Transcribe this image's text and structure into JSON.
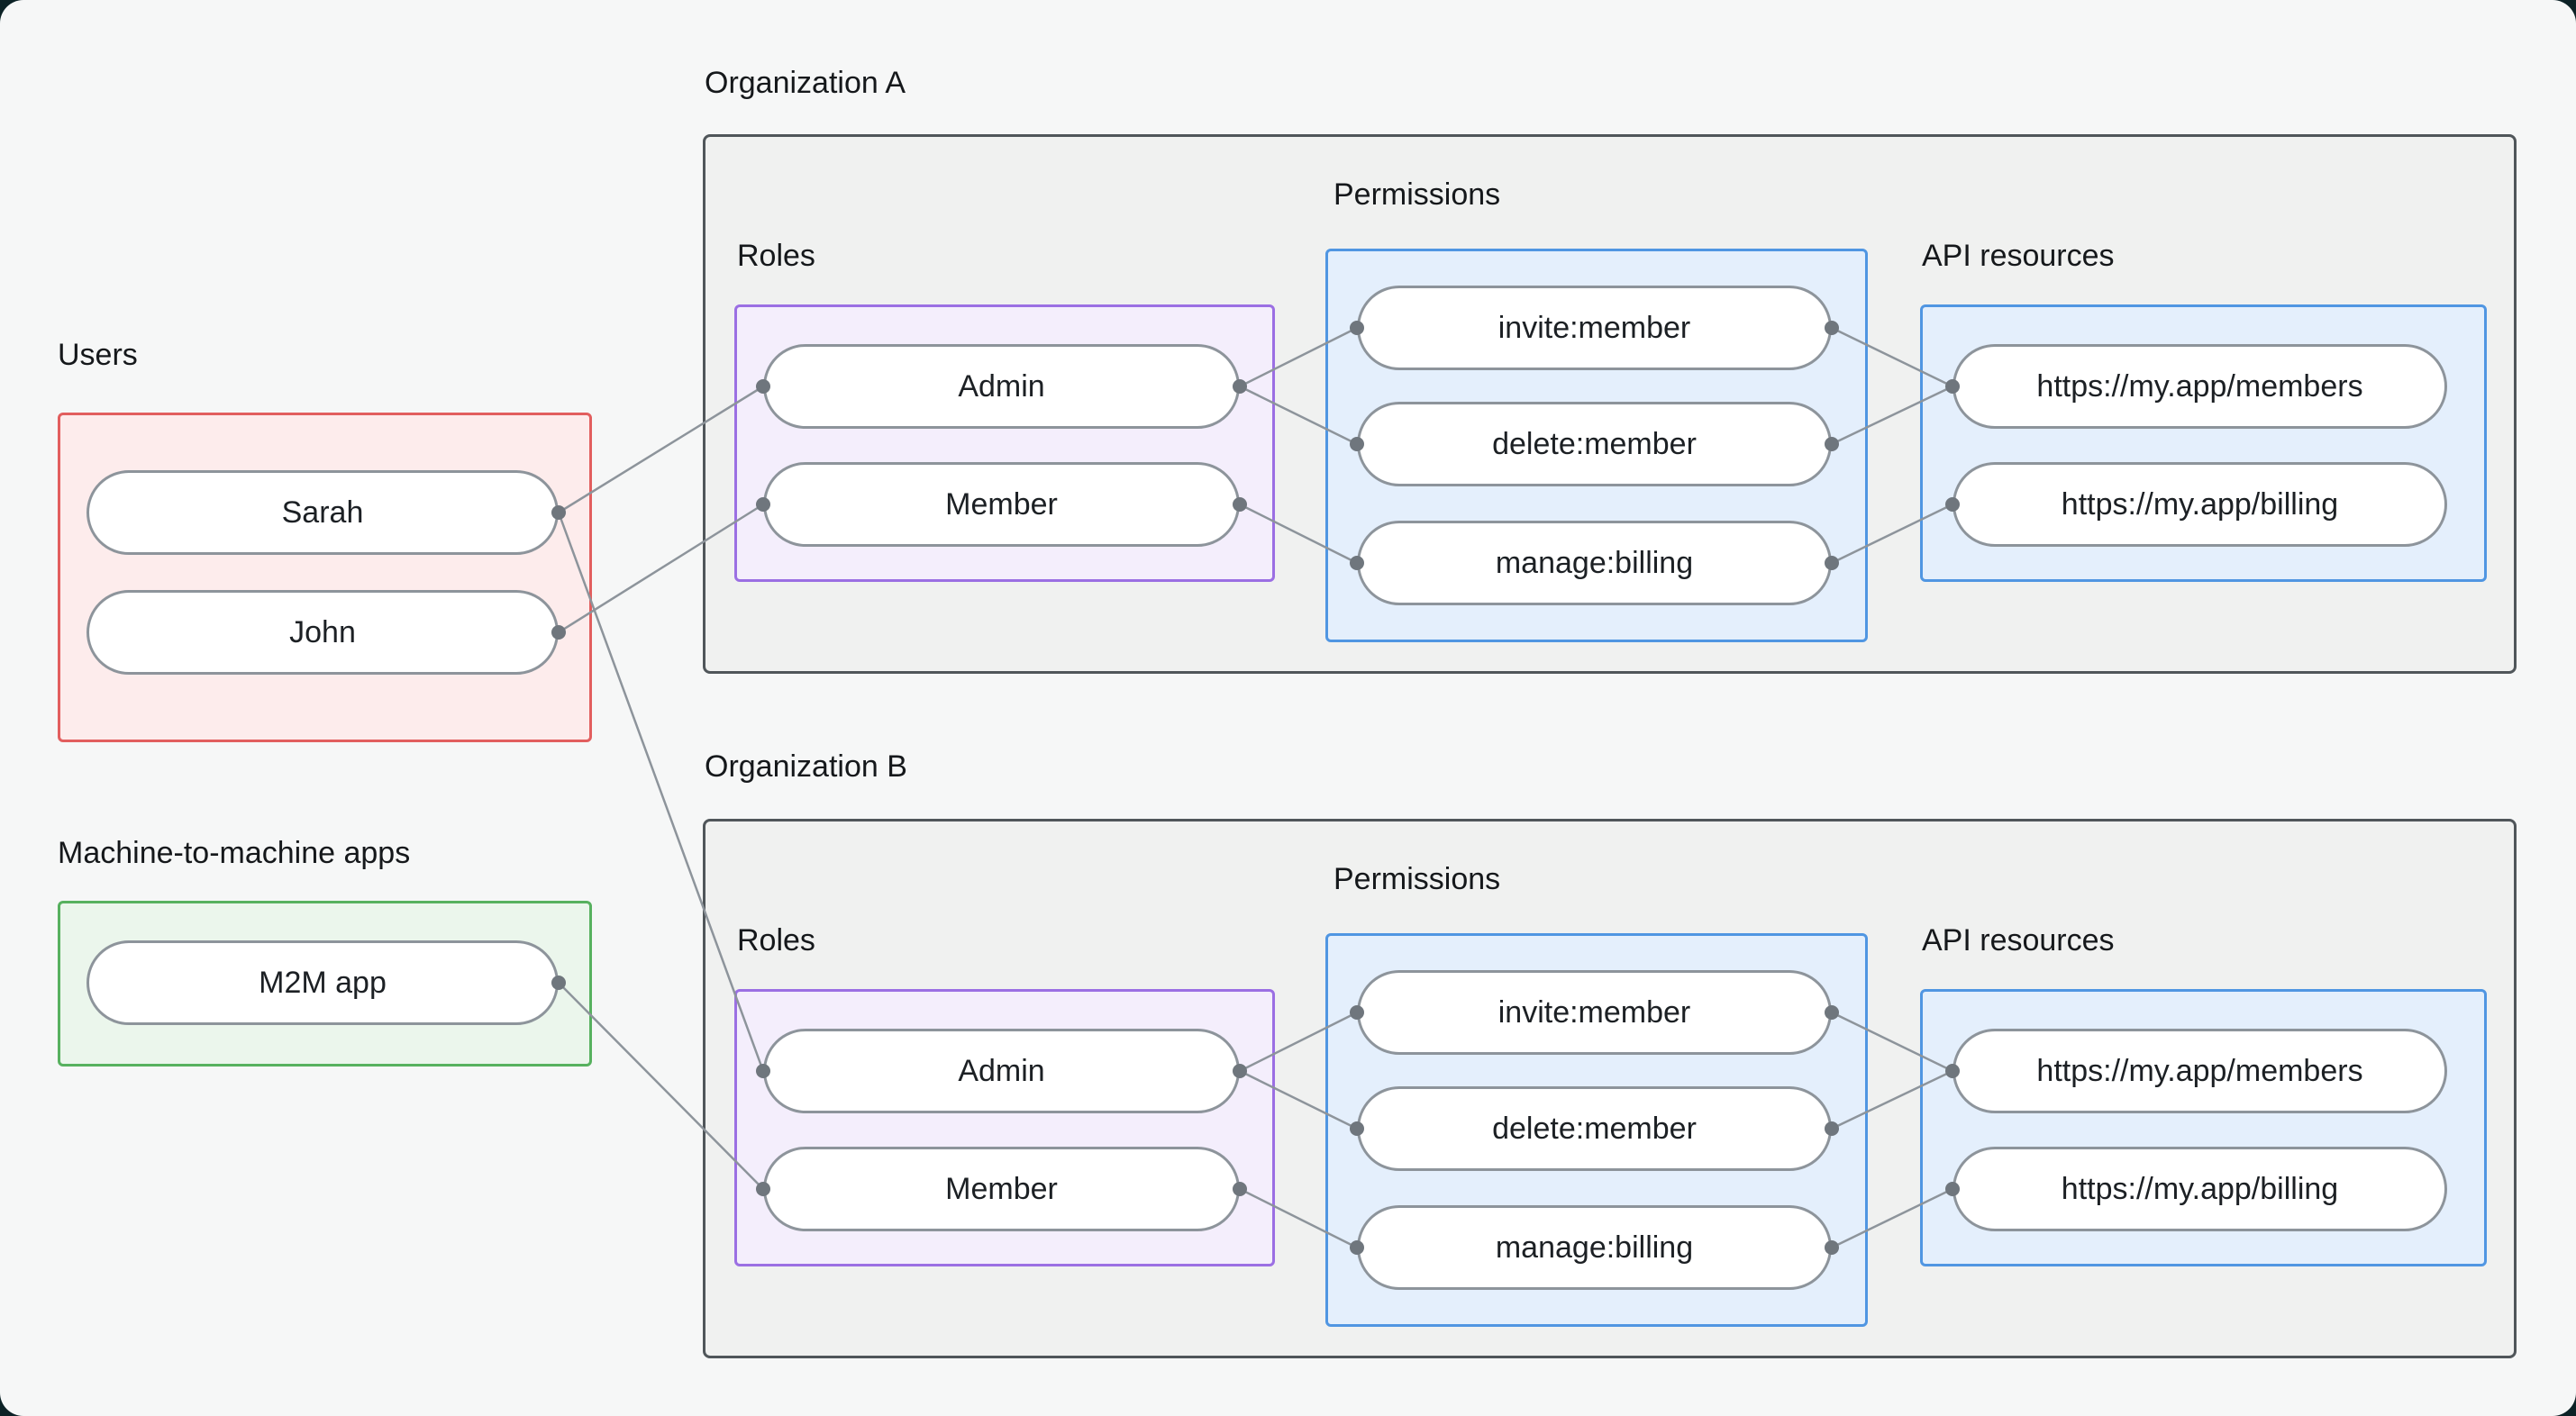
{
  "page": {
    "background": "#f6f7f7",
    "outer_background": "#0c2226"
  },
  "colors": {
    "users_box_border": "#e25e5e",
    "m2m_box_border": "#57b15f",
    "roles_box_border": "#9b6fe3",
    "permissions_box_border": "#5096e2",
    "api_box_border": "#5096e2",
    "org_box_border": "#50565a",
    "connector": "#8d949b"
  },
  "users_section": {
    "title": "Users",
    "users": [
      {
        "label": "Sarah"
      },
      {
        "label": "John"
      }
    ]
  },
  "m2m_section": {
    "title": "Machine-to-machine apps",
    "apps": [
      {
        "label": "M2M app"
      }
    ]
  },
  "organizations": [
    {
      "title": "Organization A",
      "roles_label": "Roles",
      "permissions_label": "Permissions",
      "api_resources_label": "API resources",
      "roles": [
        {
          "label": "Admin"
        },
        {
          "label": "Member"
        }
      ],
      "permissions": [
        {
          "label": "invite:member"
        },
        {
          "label": "delete:member"
        },
        {
          "label": "manage:billing"
        }
      ],
      "api_resources": [
        {
          "label": "https://my.app/members"
        },
        {
          "label": "https://my.app/billing"
        }
      ]
    },
    {
      "title": "Organization B",
      "roles_label": "Roles",
      "permissions_label": "Permissions",
      "api_resources_label": "API resources",
      "roles": [
        {
          "label": "Admin"
        },
        {
          "label": "Member"
        }
      ],
      "permissions": [
        {
          "label": "invite:member"
        },
        {
          "label": "delete:member"
        },
        {
          "label": "manage:billing"
        }
      ],
      "api_resources": [
        {
          "label": "https://my.app/members"
        },
        {
          "label": "https://my.app/billing"
        }
      ]
    }
  ],
  "connections": [
    {
      "from": "Sarah",
      "to": "Organization A / Admin"
    },
    {
      "from": "John",
      "to": "Organization A / Member"
    },
    {
      "from": "Sarah",
      "to": "Organization B / Admin"
    },
    {
      "from": "M2M app",
      "to": "Organization B / Member"
    },
    {
      "from": "Organization A / Admin",
      "to": "Organization A / invite:member"
    },
    {
      "from": "Organization A / Admin",
      "to": "Organization A / delete:member"
    },
    {
      "from": "Organization A / Member",
      "to": "Organization A / manage:billing"
    },
    {
      "from": "Organization A / invite:member",
      "to": "Organization A / https://my.app/members"
    },
    {
      "from": "Organization A / delete:member",
      "to": "Organization A / https://my.app/members"
    },
    {
      "from": "Organization A / manage:billing",
      "to": "Organization A / https://my.app/billing"
    },
    {
      "from": "Organization B / Admin",
      "to": "Organization B / invite:member"
    },
    {
      "from": "Organization B / Admin",
      "to": "Organization B / delete:member"
    },
    {
      "from": "Organization B / Member",
      "to": "Organization B / manage:billing"
    },
    {
      "from": "Organization B / invite:member",
      "to": "Organization B / https://my.app/members"
    },
    {
      "from": "Organization B / delete:member",
      "to": "Organization B / https://my.app/members"
    },
    {
      "from": "Organization B / manage:billing",
      "to": "Organization B / https://my.app/billing"
    }
  ]
}
